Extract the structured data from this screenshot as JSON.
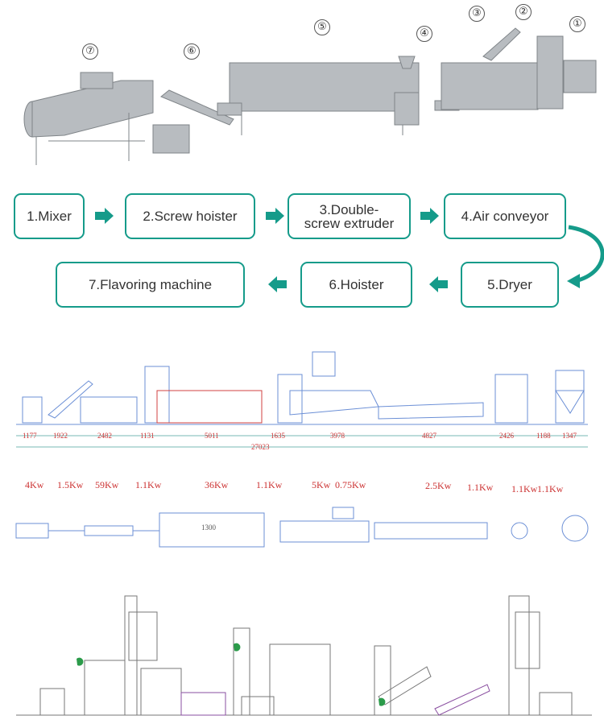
{
  "machine_numbers": [
    "①",
    "②",
    "③",
    "④",
    "⑤",
    "⑥",
    "⑦"
  ],
  "flow": {
    "steps": [
      {
        "label": "1.Mixer"
      },
      {
        "label": "2.Screw hoister"
      },
      {
        "label": "3.Double-\nscrew extruder"
      },
      {
        "label": "4.Air conveyor"
      },
      {
        "label": "5.Dryer"
      },
      {
        "label": "6.Hoister"
      },
      {
        "label": "7.Flavoring machine"
      }
    ],
    "accent_color": "#159b8a"
  },
  "drawing": {
    "segment_dims": [
      "1177",
      "1922",
      "2482",
      "1131",
      "5011",
      "1635",
      "3978",
      "4827",
      "2426",
      "1188",
      "1347"
    ],
    "total_length": "27023",
    "width_dim": "1300",
    "powers": [
      "4Kw",
      "1.5Kw",
      "59Kw",
      "1.1Kw",
      "36Kw",
      "1.1Kw",
      "5Kw",
      "0.75Kw",
      "2.5Kw",
      "1.1Kw",
      "1.1Kw",
      "1.1Kw"
    ],
    "line_color": "#6b8fd6",
    "dim_color": "#cc3333"
  }
}
